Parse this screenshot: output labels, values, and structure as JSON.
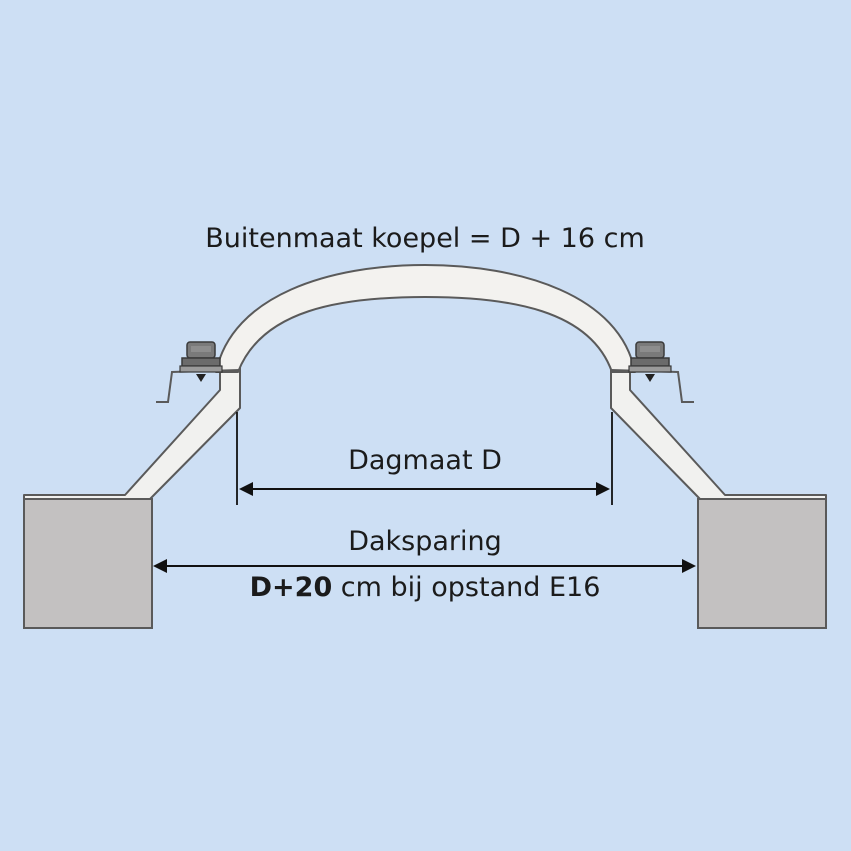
{
  "labels": {
    "outer_size": "Buitenmaat koepel = D + 16 cm",
    "clear_opening": "Dagmaat D",
    "roof_opening": "Daksparing",
    "roof_opening_rule_bold": "D+20",
    "roof_opening_rule_rest": " cm bij opstand E16"
  },
  "colors": {
    "background": "#cddff4",
    "dome_fill": "#f3f2ef",
    "upstand_fill": "#f1f1ef",
    "roof_block_fill": "#c3c1c1",
    "outline": "#5a5a5a",
    "bolt": "#6d6d6d",
    "arrow": "#111111"
  },
  "icons": [
    "dome-skylight",
    "bolt",
    "roof-block",
    "dimension-arrow"
  ]
}
